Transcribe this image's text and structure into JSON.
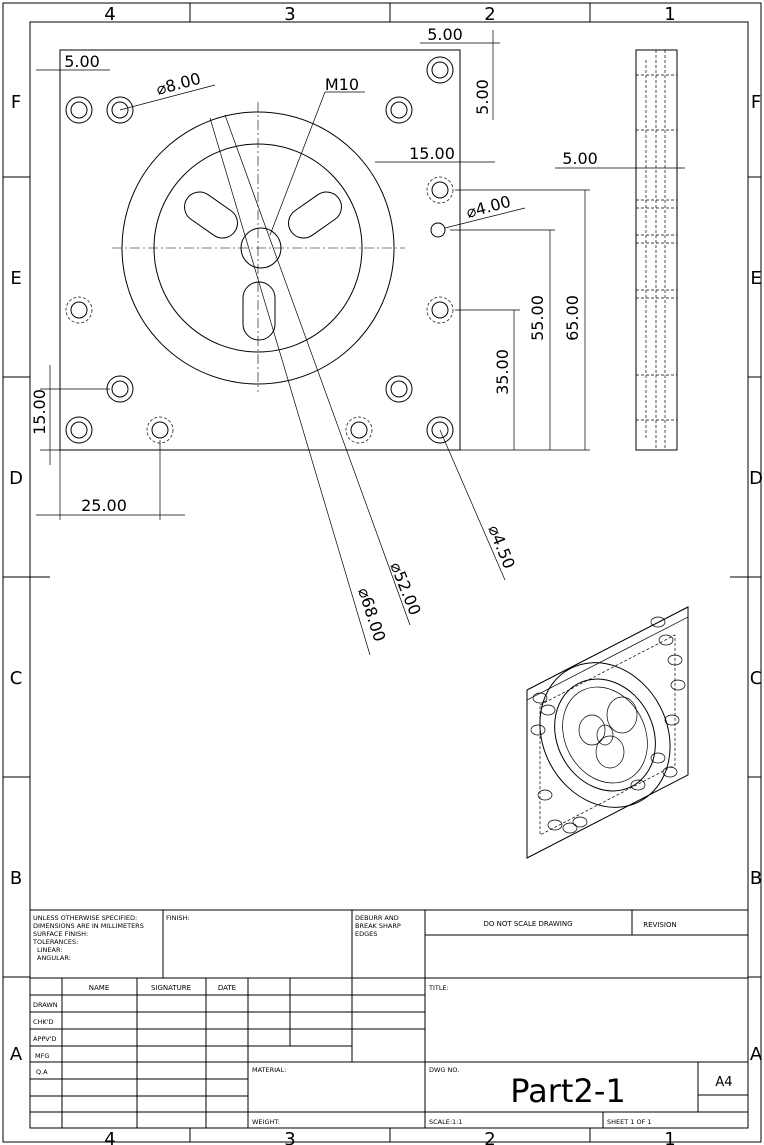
{
  "zones": {
    "columns": [
      "4",
      "3",
      "2",
      "1"
    ],
    "rows": [
      "F",
      "E",
      "D",
      "C",
      "B",
      "A"
    ]
  },
  "dimensions": {
    "d_5_top": "5.00",
    "d_5_left": "5.00",
    "d_8_dia": "8.00",
    "d_m10": "M10",
    "d_5_vert": "5.00",
    "d_15_horiz": "15.00",
    "d_5_side": "5.00",
    "d_4_dia": "4.00",
    "d_55": "55.00",
    "d_65": "65.00",
    "d_35": "35.00",
    "d_15_vert": "15.00",
    "d_25": "25.00",
    "d_4_5_dia": "4.50",
    "d_52_dia": "52.00",
    "d_68_dia": "68.00"
  },
  "title_block": {
    "unless": "UNLESS OTHERWISE SPECIFIED:",
    "dims_in": "DIMENSIONS ARE IN MILLIMETERS",
    "surface": "SURFACE FINISH:",
    "tolerances": "TOLERANCES:",
    "linear": "LINEAR:",
    "angular": "ANGULAR:",
    "finish": "FINISH:",
    "deburr_1": "DEBURR AND",
    "deburr_2": "BREAK SHARP",
    "deburr_3": "EDGES",
    "do_not_scale": "DO NOT SCALE DRAWING",
    "revision": "REVISION",
    "name": "NAME",
    "signature": "SIGNATURE",
    "date": "DATE",
    "title_label": "TITLE:",
    "drawn": "DRAWN",
    "chkd": "CHK'D",
    "appvd": "APPV'D",
    "mfg": "MFG",
    "qa": "Q.A",
    "material": "MATERIAL:",
    "dwg_no": "DWG NO.",
    "part_name": "Part2-1",
    "size": "A4",
    "weight": "WEIGHT:",
    "scale": "SCALE:1:1",
    "sheet": "SHEET 1 OF 1"
  }
}
